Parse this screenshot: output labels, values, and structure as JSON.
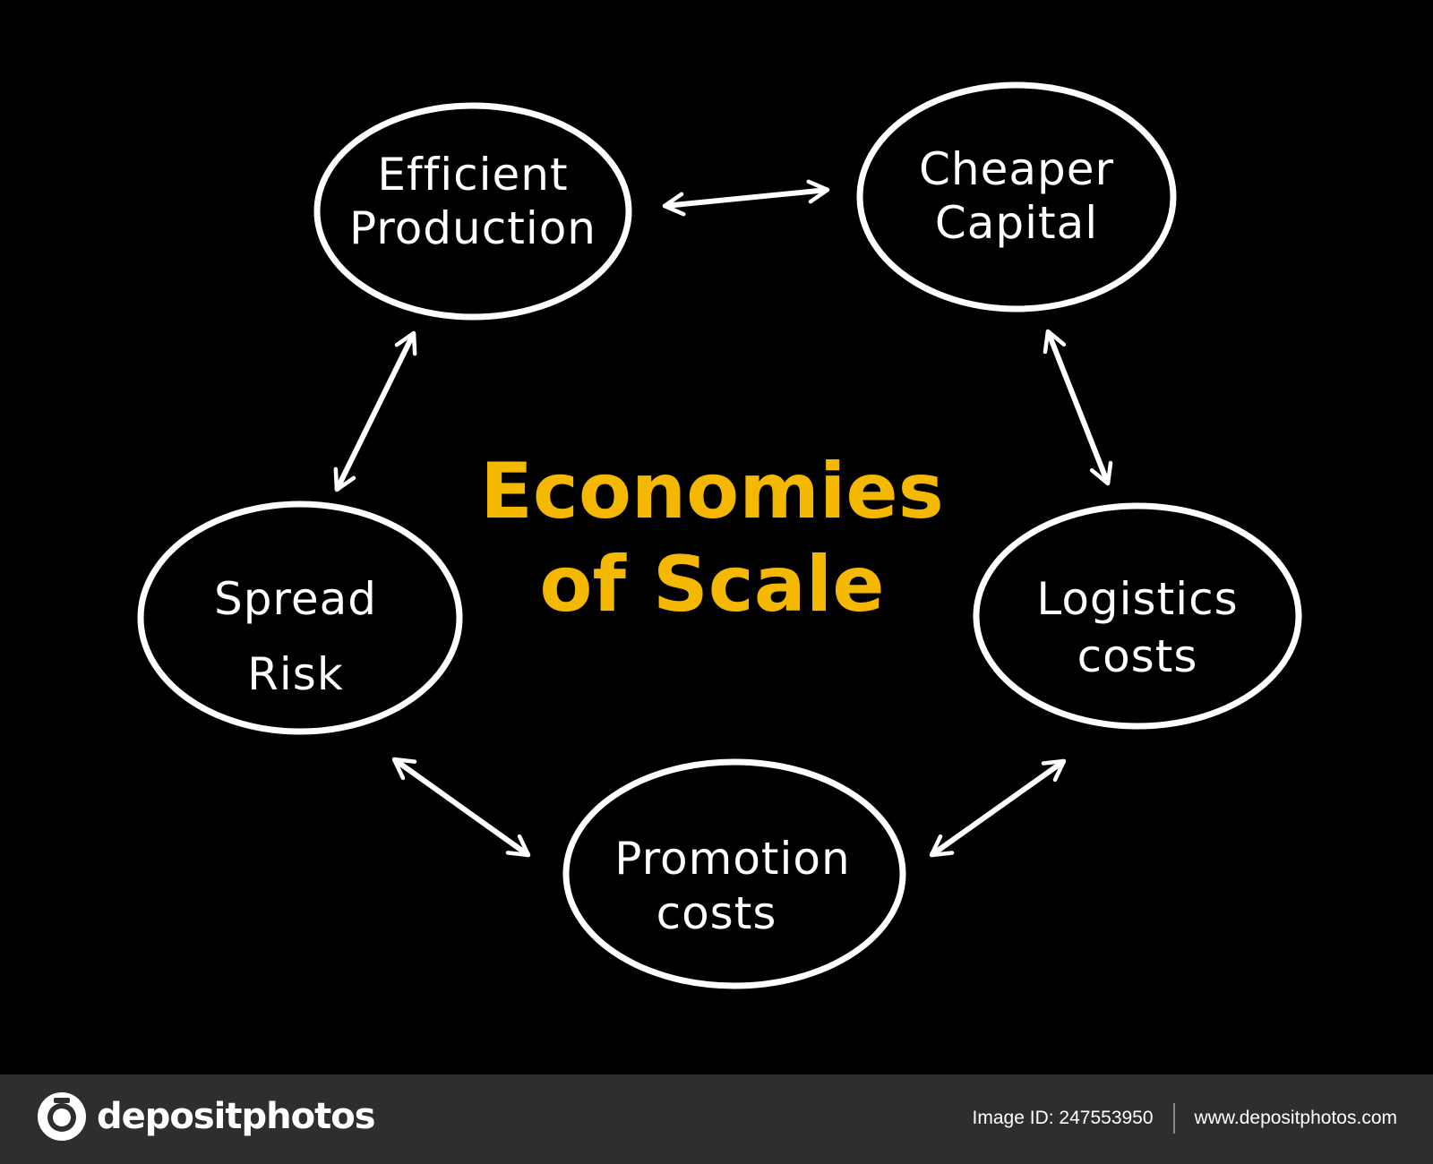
{
  "diagram": {
    "title": [
      "Economies",
      "of Scale"
    ],
    "nodes": [
      {
        "id": "efficient-production",
        "lines": [
          "Efficient",
          "Production"
        ]
      },
      {
        "id": "cheaper-capital",
        "lines": [
          "Cheaper",
          "Capital"
        ]
      },
      {
        "id": "logistics-costs",
        "lines": [
          "Logistics",
          "costs"
        ]
      },
      {
        "id": "promotion-costs",
        "lines": [
          "Promotion",
          "costs"
        ]
      },
      {
        "id": "spread-risk",
        "lines": [
          "Spread",
          "Risk"
        ]
      }
    ],
    "colors": {
      "background": "#000000",
      "node_stroke": "#ffffff",
      "title": "#f5b800"
    }
  },
  "footer": {
    "brand": "depositphotos",
    "image_id_label": "Image ID:",
    "image_id": "247553950",
    "url": "www.depositphotos.com"
  }
}
